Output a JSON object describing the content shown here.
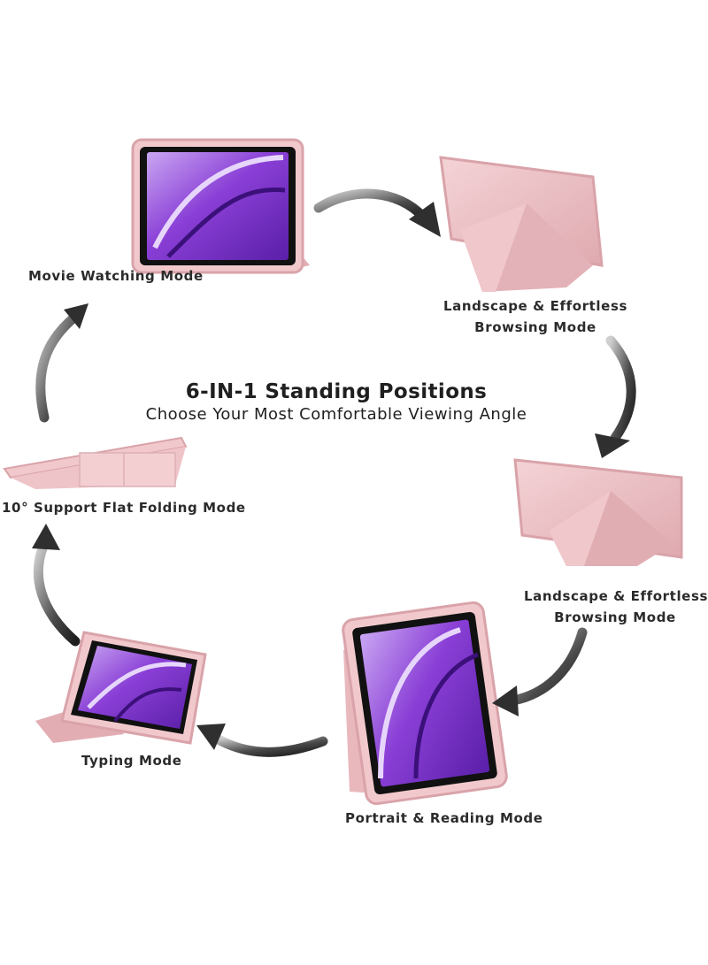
{
  "title": "6-IN-1 Standing Positions",
  "subtitle": "Choose Your Most Comfortable Viewing Angle",
  "modes": {
    "movie": "Movie Watching Mode",
    "landscape_top_line1": "Landscape & Effortless",
    "landscape_top_line2": "Browsing Mode",
    "landscape_mid_line1": "Landscape & Effortless",
    "landscape_mid_line2": "Browsing  Mode",
    "portrait": "Portrait & Reading Mode",
    "typing": "Typing Mode",
    "flat": "10° Support Flat Folding Mode"
  },
  "colors": {
    "case_pink": "#e8bcc0",
    "case_pink_dark": "#d9a3a9",
    "screen_purple": "#8a3fd6",
    "arrow_dark": "#2f2f2f"
  }
}
